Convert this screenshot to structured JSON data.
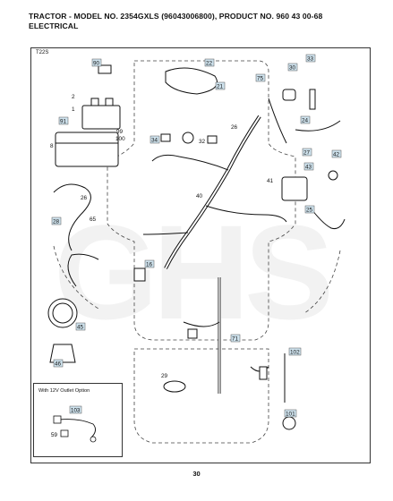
{
  "header": {
    "line1": "TRACTOR - MODEL NO. 2354GXLS (96043006800), PRODUCT NO. 960 43 00-68",
    "line2": "ELECTRICAL"
  },
  "diagram_id": "T22S",
  "inset": {
    "title": "With 12V Outlet Option"
  },
  "watermark": "GHS",
  "page_number": "30",
  "parts": [
    {
      "label": "90"
    },
    {
      "label": "2"
    },
    {
      "label": "1"
    },
    {
      "label": "91"
    },
    {
      "label": "8"
    },
    {
      "label": "99"
    },
    {
      "label": "100"
    },
    {
      "label": "22"
    },
    {
      "label": "21"
    },
    {
      "label": "75"
    },
    {
      "label": "30"
    },
    {
      "label": "33"
    },
    {
      "label": "24"
    },
    {
      "label": "26"
    },
    {
      "label": "34"
    },
    {
      "label": "32"
    },
    {
      "label": "27"
    },
    {
      "label": "43"
    },
    {
      "label": "42"
    },
    {
      "label": "41"
    },
    {
      "label": "25"
    },
    {
      "label": "40"
    },
    {
      "label": "26"
    },
    {
      "label": "28"
    },
    {
      "label": "65"
    },
    {
      "label": "16"
    },
    {
      "label": "45"
    },
    {
      "label": "46"
    },
    {
      "label": "71"
    },
    {
      "label": "29"
    },
    {
      "label": "102"
    },
    {
      "label": "101"
    },
    {
      "label": "103"
    },
    {
      "label": "59"
    }
  ]
}
